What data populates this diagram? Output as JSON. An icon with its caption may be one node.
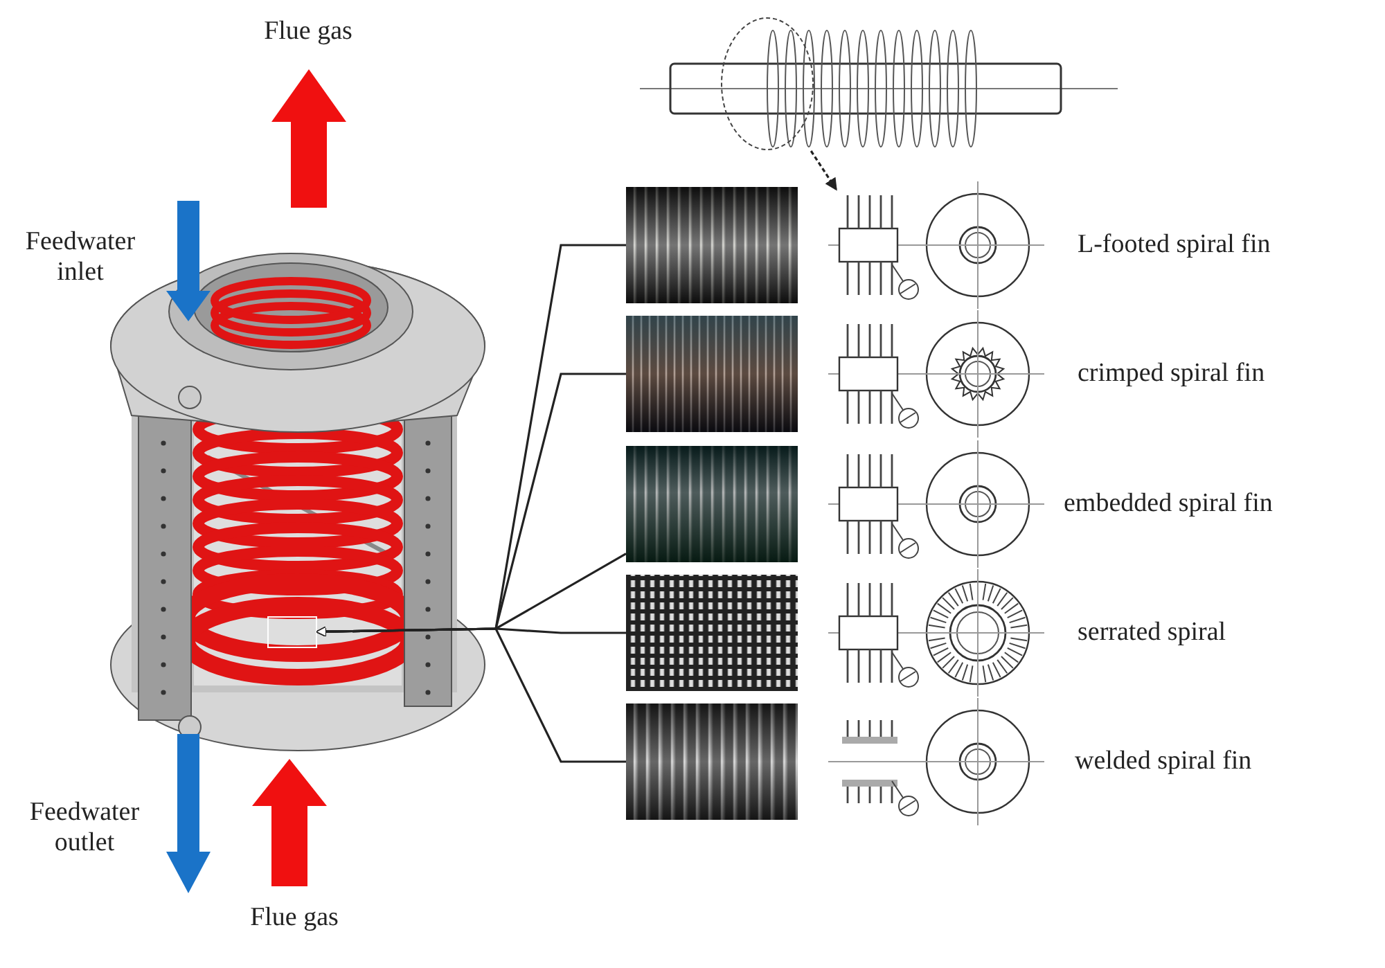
{
  "diagram": {
    "nodes": [
      {
        "text": [],
        "shape": "picture"
      },
      {
        "text": [],
        "shape": "box",
        "in": 0
      },
      {
        "text": [],
        "shape": "picture"
      },
      {
        "text": [],
        "shape": "picture"
      },
      {
        "text": [],
        "shape": "picture"
      },
      {
        "text": [],
        "shape": "picture"
      },
      {
        "text": [],
        "shape": "picture"
      },
      {
        "text": [],
        "shape": "picture"
      },
      {
        "text": [],
        "shape": "circle",
        "in": 7
      },
      {
        "text": [],
        "shape": "picture"
      }
    ],
    "edges": [
      {
        "from": 2,
        "to": 1,
        "arrow": "to"
      },
      {
        "from": 3,
        "to": 1,
        "arrow": "to"
      },
      {
        "from": 4,
        "to": 1,
        "arrow": "to"
      },
      {
        "from": 5,
        "to": 1,
        "arrow": "to"
      },
      {
        "from": 6,
        "to": 1,
        "arrow": "to"
      },
      {
        "from": 8,
        "to": 9,
        "arrow": "to",
        "style": "dashed"
      }
    ],
    "labels": [
      "Flue gas",
      "Feedwater inlet",
      "Feedwater outlet",
      "Flue gas",
      "L-footed spiral fin",
      "crimped spiral fin",
      "embedded spiral fin",
      "serrated spiral",
      "welded spiral fin"
    ]
  }
}
